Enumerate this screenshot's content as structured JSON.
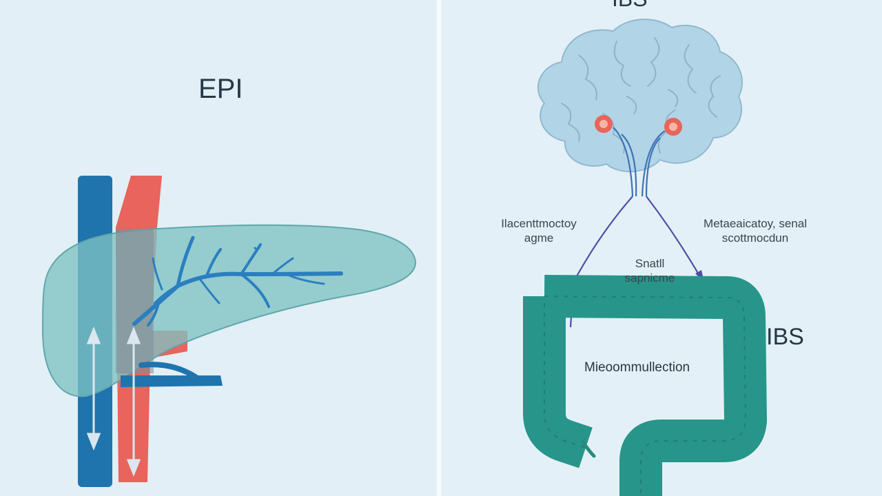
{
  "left_panel": {
    "title": "EPI"
  },
  "right_panel": {
    "top_fragment": "IBS",
    "title": "IBS",
    "labels": {
      "left": "Ilacenttmoctoy\nagme",
      "right": "Metaeaicatoy, senal\nscottmocdun",
      "center": "Snatll\nsapnicme",
      "colon": "Mieoommullection"
    }
  },
  "colors": {
    "background": "#e2eff6",
    "vein_blue": "#1f74ad",
    "artery_red": "#e8645c",
    "organ_teal": "#7fc2c3",
    "nerve_blue": "#3d72b5",
    "colon_teal": "#27958a",
    "brain_blue": "#b1d4e6",
    "node_red": "#e8655a"
  }
}
